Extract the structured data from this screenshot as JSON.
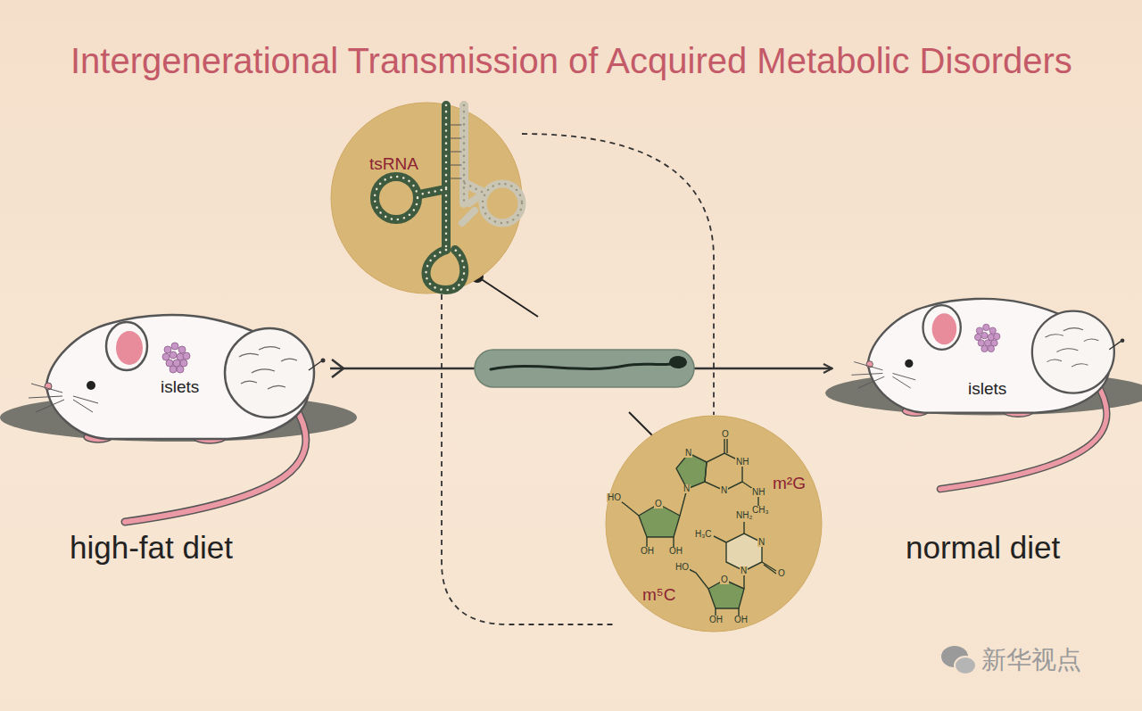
{
  "diagram": {
    "title": "Intergenerational Transmission of Acquired Metabolic Disorders",
    "nodes": [
      {
        "text": [
          "tsRNA"
        ]
      },
      {
        "text": [
          "islets",
          "high-fat diet"
        ]
      },
      {
        "text": [
          "m²G",
          "m⁵C"
        ]
      },
      {
        "text": [
          "islets",
          "normal diet"
        ]
      }
    ],
    "edges": [
      {
        "from": 1,
        "to": 3,
        "arrow": "to"
      }
    ],
    "labels": [
      "N",
      "N",
      "NH",
      "N",
      "O",
      "NH",
      "CH₃",
      "HO",
      "O",
      "OH",
      "OH",
      "NH₂",
      "H₃C",
      "N",
      "N",
      "O",
      "HO",
      "O",
      "OH",
      "OH",
      "新华视点"
    ]
  }
}
